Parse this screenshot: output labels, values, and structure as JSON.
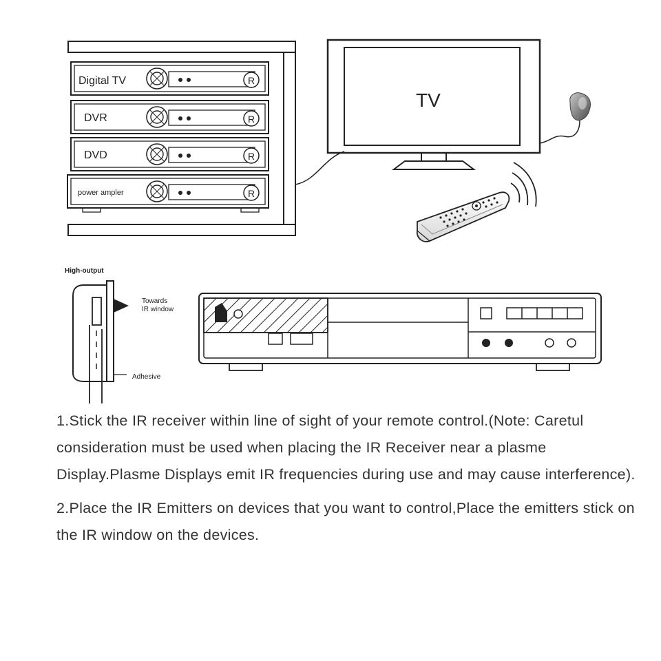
{
  "rack": {
    "units": [
      {
        "label": "Digital TV",
        "r_mark": "R"
      },
      {
        "label": "DVR",
        "r_mark": "R"
      },
      {
        "label": "DVD",
        "r_mark": "R"
      },
      {
        "label": "power ampler",
        "r_mark": "R"
      }
    ]
  },
  "tv": {
    "label": "TV"
  },
  "receiver": {
    "high_output_label": "High-output",
    "towards_label_line1": "Towards",
    "towards_label_line2": "IR window",
    "adhesive_label": "Adhesive"
  },
  "instructions": {
    "step1": "1.Stick the IR receiver within line of sight of your remote control.(Note: Caretul consideration must be used when placing the IR Receiver near a plasme Display.Plasme Displays emit IR frequencies during use and may cause interference).",
    "step2": "2.Place the IR Emitters on devices that you want to control,Place the emitters stick on the IR window on the devices."
  },
  "icons": [
    "ir-receiver-icon",
    "remote-control-icon",
    "ir-signal-waves-icon",
    "ir-emitter-icon"
  ]
}
